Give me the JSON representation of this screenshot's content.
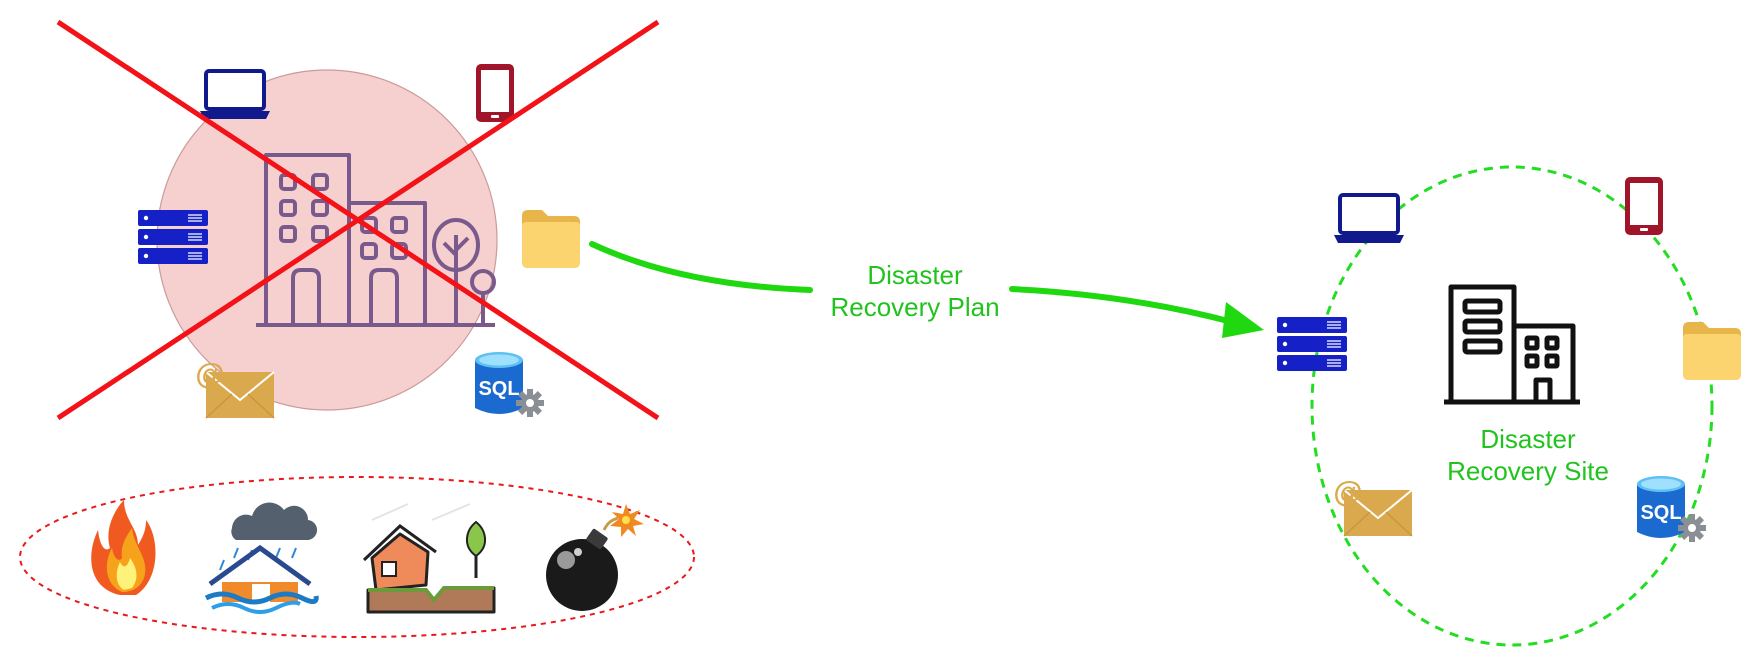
{
  "plan_label": {
    "line1": "Disaster",
    "line2": "Recovery Plan"
  },
  "site_label": {
    "line1": "Disaster",
    "line2": "Recovery Site"
  },
  "sql_badge": "SQL",
  "email_at": "@",
  "colors": {
    "label_green": "#22c31e",
    "arrow_green": "#1fd80f",
    "dash_green": "#22dd22",
    "cross_red": "#f21218",
    "primary_fill": "#f6cfcf",
    "building_purple": "#7a5a8c",
    "laptop_blue": "#111a8c",
    "server_blue": "#1521c7",
    "phone_red": "#a0152a",
    "folder_yellow": "#f8cc60",
    "mail_gold": "#dba94d",
    "sql_blue": "#1b6ad0",
    "threat_ring_red": "#e8191c"
  },
  "threat_icons": [
    "fire-icon",
    "flood-icon",
    "earthquake-icon",
    "bomb-icon"
  ]
}
